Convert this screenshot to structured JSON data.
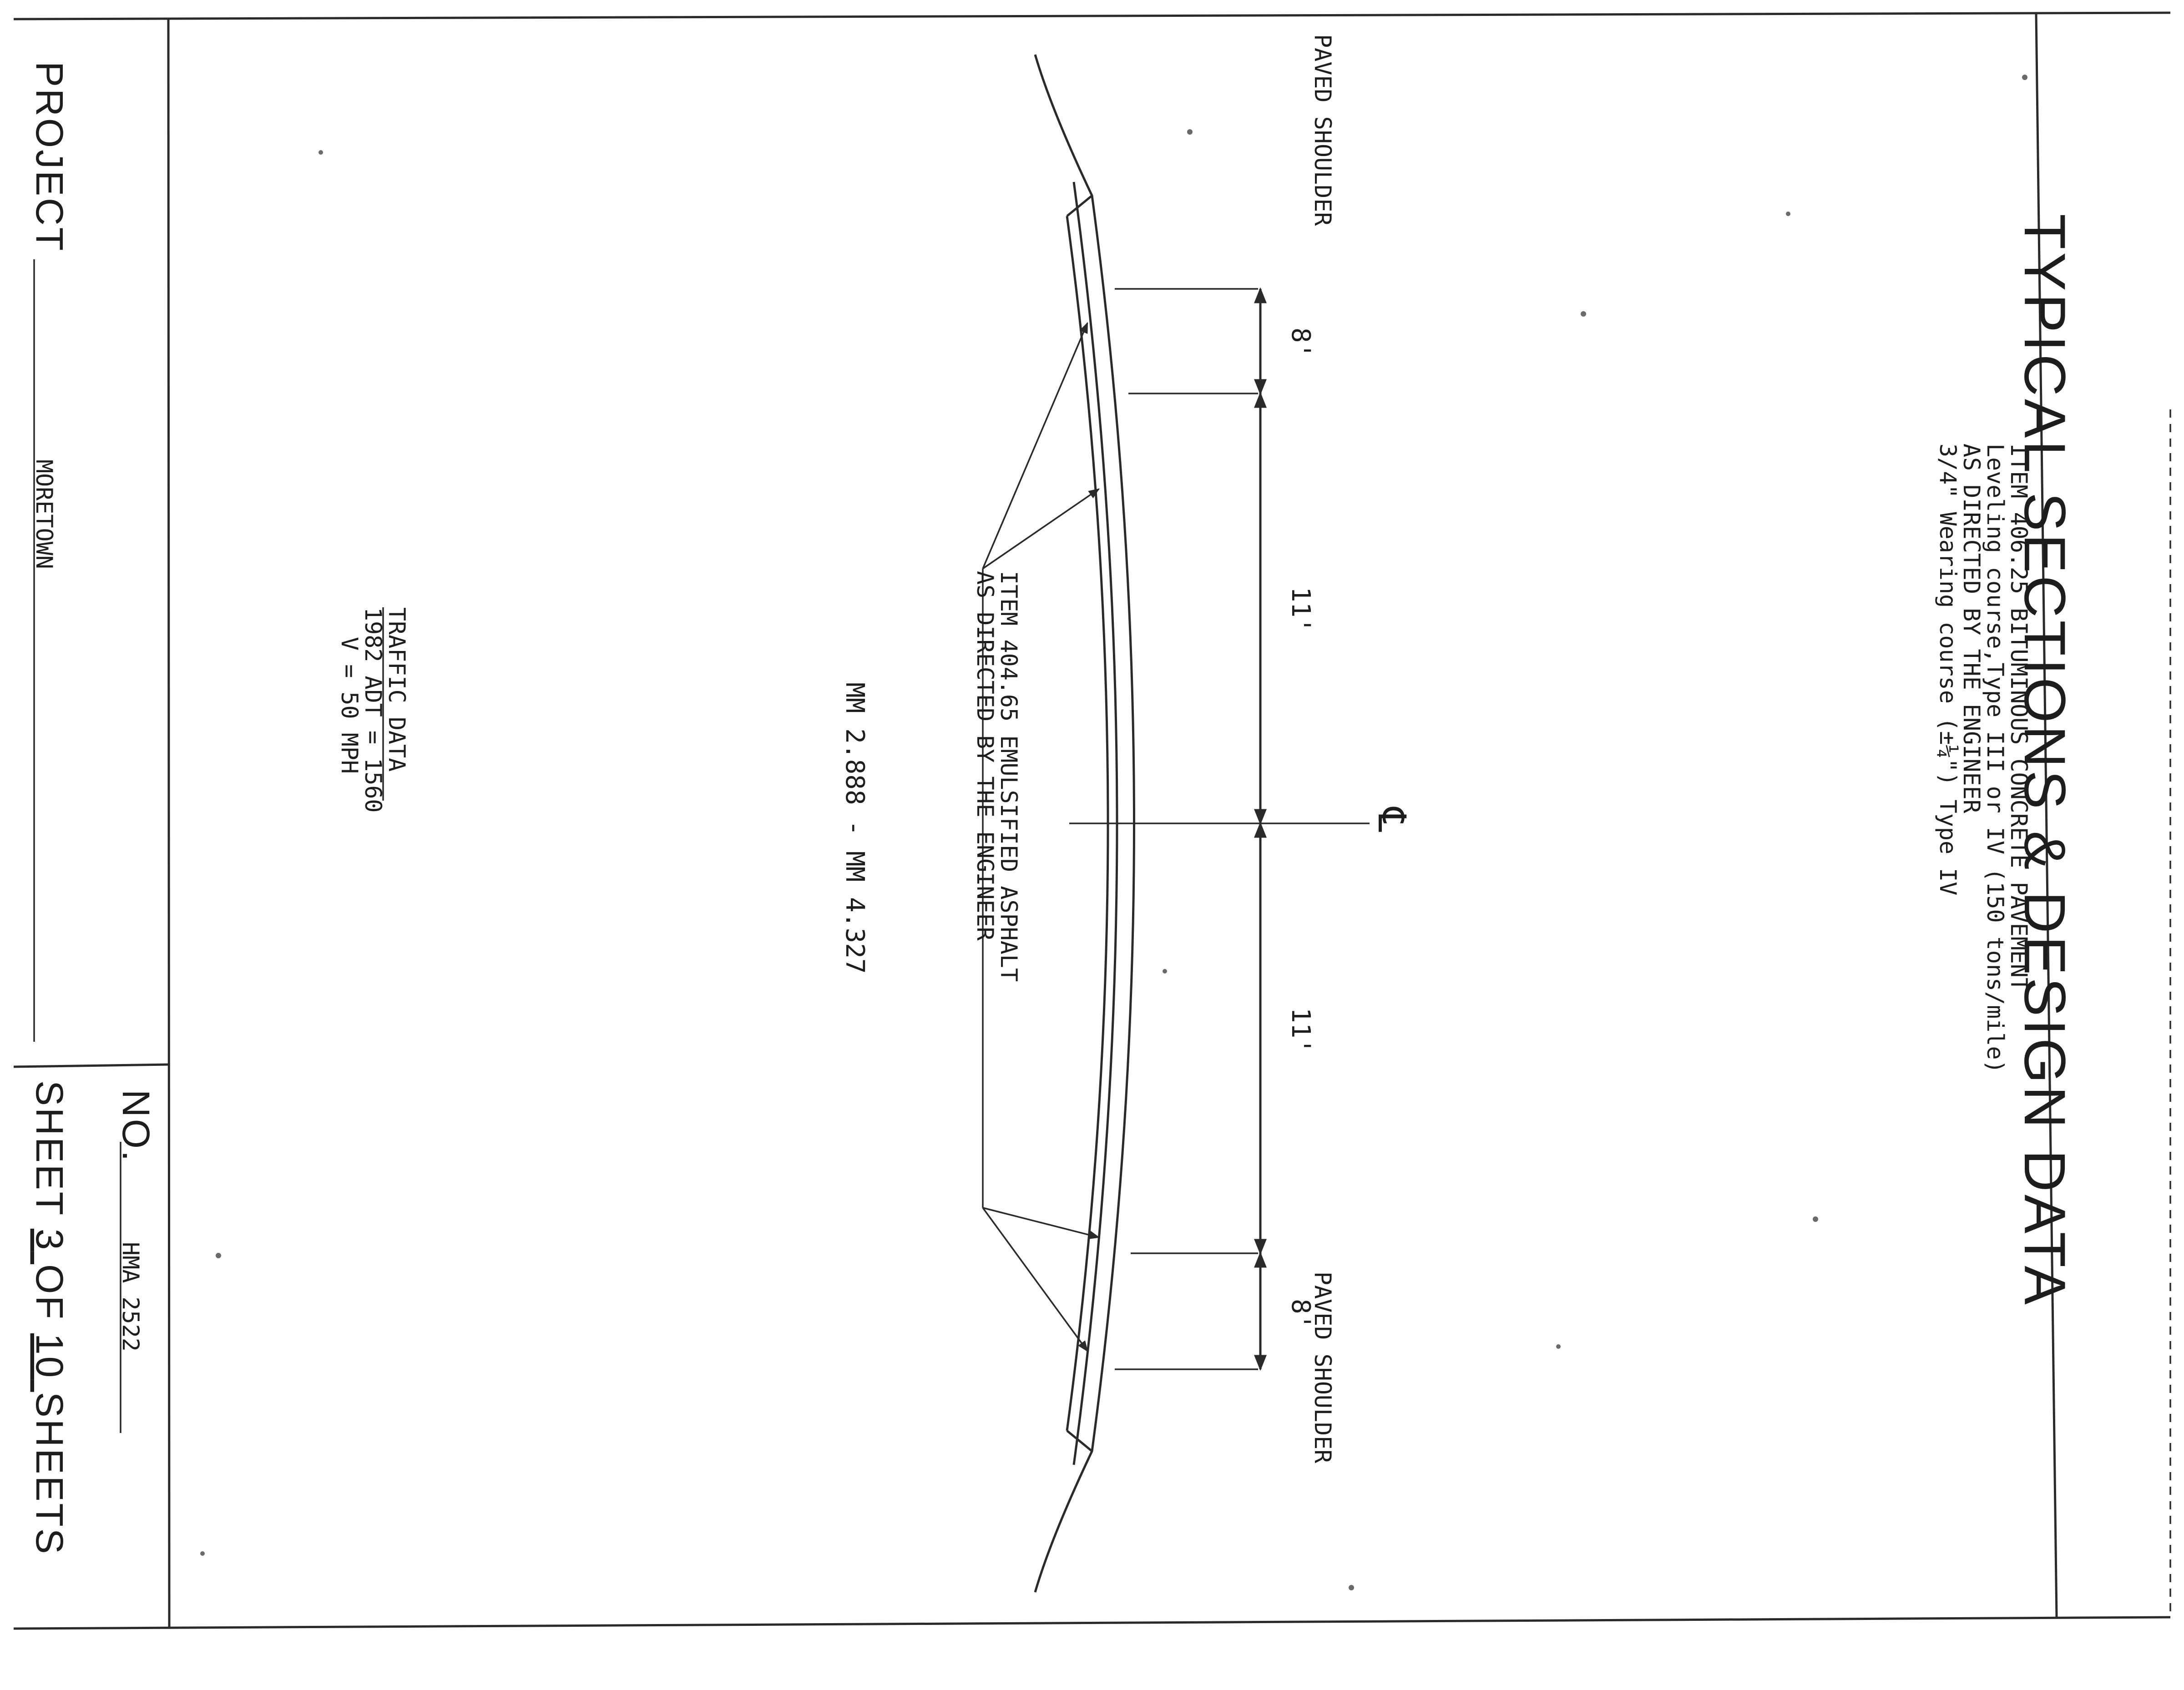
{
  "title": "TYPICAL SECTIONS & DESIGN DATA",
  "wearing_note": [
    "ITEM 406.25 BITUMINOUS CONCRETE PAVEMENT",
    "Leveling course,Type III or IV (150 tons/mile)",
    "AS DIRECTED BY THE ENGINEER",
    "3/4\" Wearing course (±¼\") Type IV"
  ],
  "shoulder_left_label": "PAVED SHOULDER",
  "shoulder_right_label": "PAVED SHOULDER",
  "centerline_symbol": "℄",
  "dimensions": {
    "shoulder_left": "8'",
    "lane_left": "11'",
    "lane_right": "11'",
    "shoulder_right": "8'"
  },
  "emulsion_note": [
    "ITEM 404.65 EMULSIFIED ASPHALT",
    "AS DIRECTED BY THE ENGINEER"
  ],
  "mile_markers": "MM 2.888 - MM 4.327",
  "traffic_data": {
    "heading": "TRAFFIC DATA",
    "adt": "1982 ADT = 1560",
    "speed": "V = 50 MPH"
  },
  "title_block": {
    "project_label": "PROJECT",
    "project_value": "MORETOWN",
    "no_label": "NO.",
    "no_value": "HMA 2522",
    "sheet_prefix": "SHEET",
    "sheet_number": "3",
    "sheet_of": "OF",
    "sheet_total": "10",
    "sheet_suffix": "SHEETS"
  }
}
